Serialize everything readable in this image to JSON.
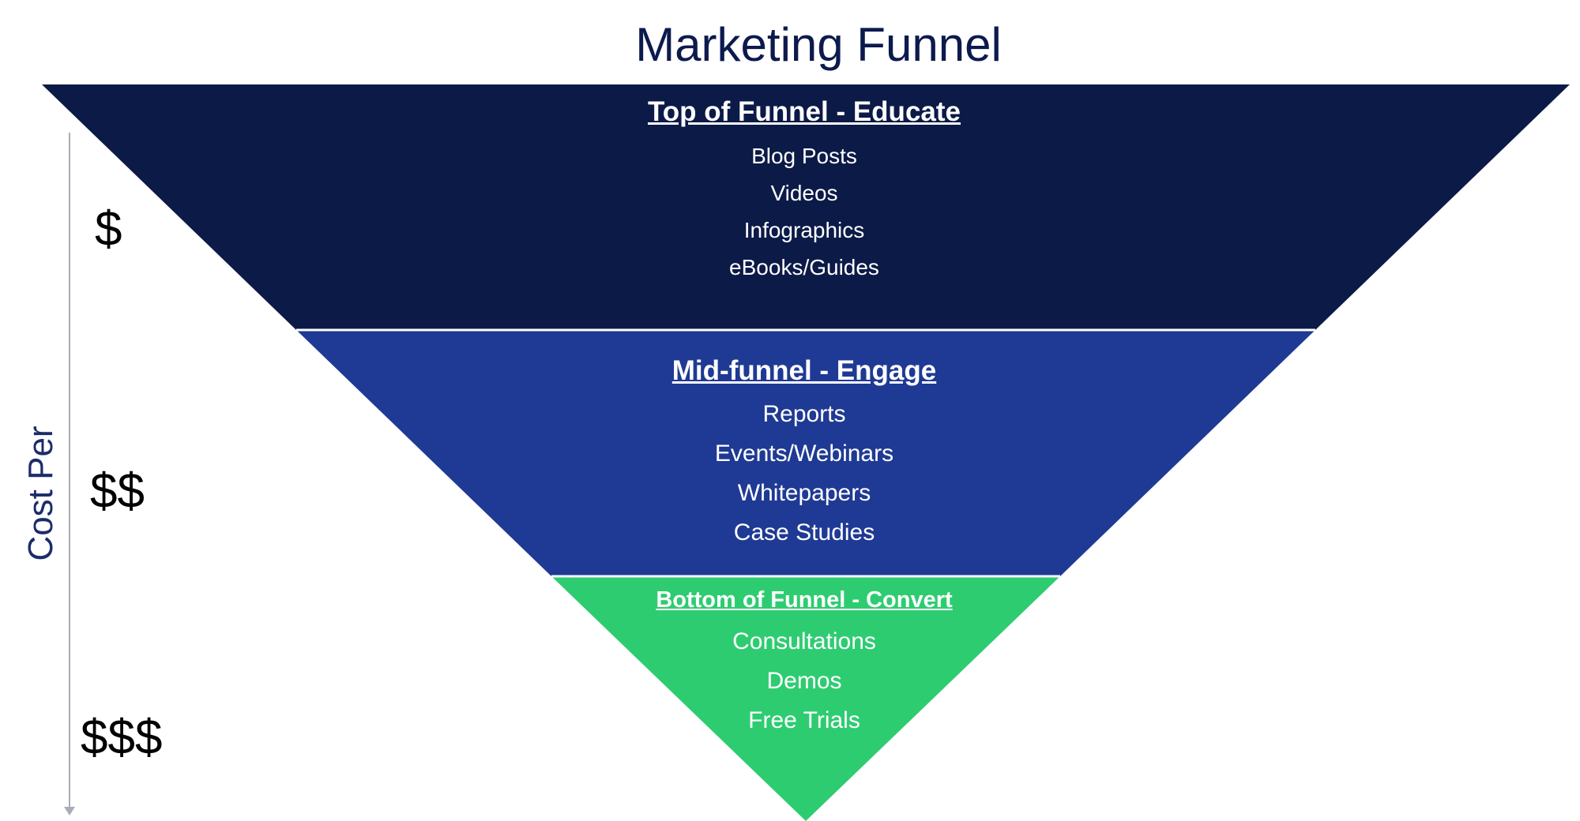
{
  "title": "Marketing Funnel",
  "colors": {
    "top_stage": "#0c1a47",
    "mid_stage": "#1f3a94",
    "bottom_stage": "#2ecc71",
    "title_text": "#0c1a4d",
    "axis": "#a8adb8"
  },
  "stages": [
    {
      "heading": "Top of Funnel - Educate",
      "items": [
        "Blog Posts",
        "Videos",
        "Infographics",
        "eBooks/Guides"
      ]
    },
    {
      "heading": "Mid-funnel - Engage",
      "items": [
        "Reports",
        "Events/Webinars",
        "Whitepapers",
        "Case Studies"
      ]
    },
    {
      "heading": "Bottom of Funnel - Convert",
      "items": [
        "Consultations",
        "Demos",
        "Free Trials"
      ]
    }
  ],
  "cost_axis": {
    "label": "Cost Per",
    "levels": [
      "$",
      "$$",
      "$$$"
    ]
  }
}
